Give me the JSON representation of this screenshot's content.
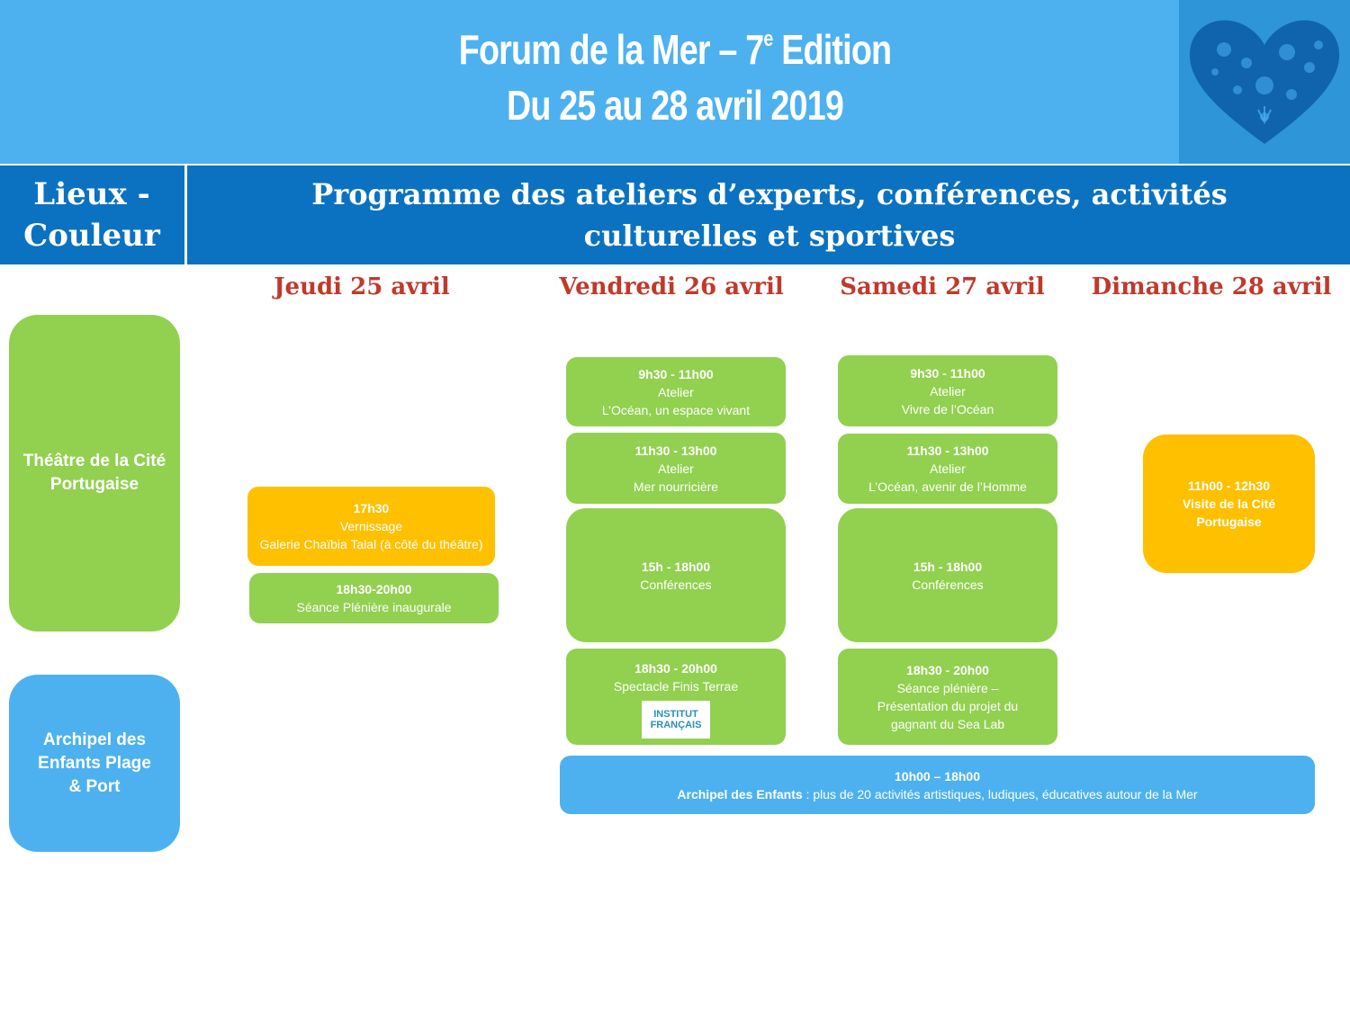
{
  "banner": {
    "title_line1_main": "Forum de la Mer – 7",
    "title_line1_sup": "e",
    "title_line1_end": " Edition",
    "title_line2": "Du 25 au 28 avril 2019"
  },
  "header": {
    "left": "Lieux - Couleur",
    "right": "Programme des ateliers d’experts, conférences, activités culturelles et sportives"
  },
  "days": [
    "Jeudi 25 avril",
    "Vendredi 26 avril",
    "Samedi 27 avril",
    "Dimanche 28 avril"
  ],
  "venues": {
    "theatre": "Théâtre de la Cité Portugaise",
    "archipel": "Archipel des Enfants Plage & Port"
  },
  "jeudi": {
    "e1": {
      "time": "17h30",
      "l1": "Vernissage",
      "l2": "Galerie Chaïbia Talal (à côté du théâtre)"
    },
    "e2": {
      "time": "18h30-20h00",
      "l1": "Séance Plénière inaugurale"
    }
  },
  "vendredi": {
    "e1": {
      "time": "9h30 - 11h00",
      "l1": "Atelier",
      "l2": "L’Océan, un espace vivant"
    },
    "e2": {
      "time": "11h30 - 13h00",
      "l1": "Atelier",
      "l2": "Mer nourricière"
    },
    "e3": {
      "time": "15h - 18h00",
      "l1": "Conférences"
    },
    "e4": {
      "time": "18h30 - 20h00",
      "l1": "Spectacle Finis Terrae",
      "logo_l1": "INSTITUT",
      "logo_l2": "FRANÇAIS"
    }
  },
  "samedi": {
    "e1": {
      "time": "9h30 - 11h00",
      "l1": "Atelier",
      "l2": "Vivre de l’Océan"
    },
    "e2": {
      "time": "11h30 - 13h00",
      "l1": "Atelier",
      "l2": "L’Océan, avenir de l’Homme"
    },
    "e3": {
      "time": "15h - 18h00",
      "l1": "Conférences"
    },
    "e4": {
      "time": "18h30 - 20h00",
      "l1": "Séance plénière –",
      "l2": "Présentation du projet du gagnant du Sea Lab"
    }
  },
  "dimanche": {
    "e1": {
      "time": "11h00 - 12h30",
      "l1": "Visite de la Cité Portugaise"
    }
  },
  "archipel_event": {
    "time": "10h00 – 18h00",
    "name": "Archipel des Enfants",
    "desc": " : plus de 20 activités artistiques, ludiques, éducatives autour de la Mer"
  },
  "colors": {
    "banner": "#4db1f0",
    "header": "#0b72c1",
    "green": "#92d050",
    "orange": "#ffc000",
    "blue": "#4db1f0",
    "day_red": "#c0392b"
  },
  "icons": {
    "logo": "heart-sea-creatures-icon"
  }
}
